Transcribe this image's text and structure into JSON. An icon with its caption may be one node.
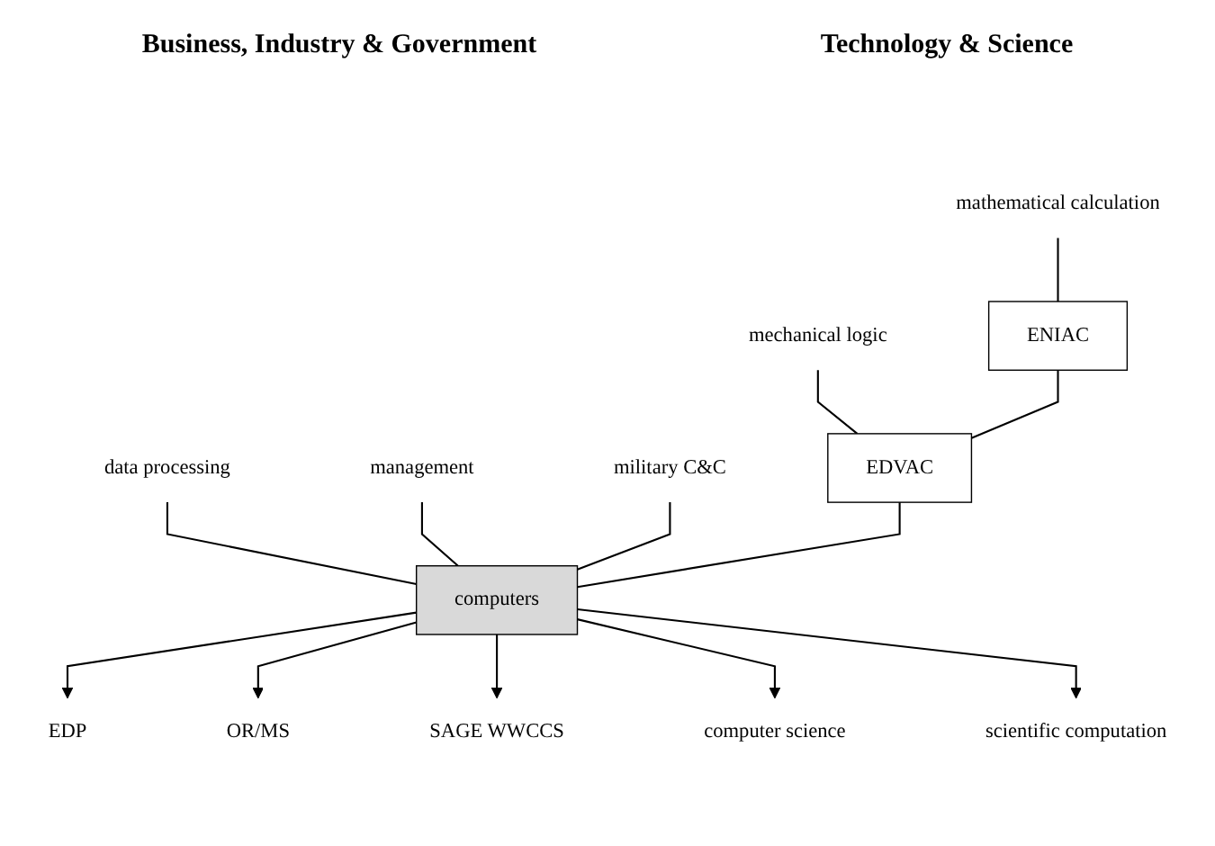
{
  "diagram": {
    "nodes": [
      {
        "text": [
          "data processing"
        ]
      },
      {
        "text": [
          "management"
        ]
      },
      {
        "text": [
          "military C&C"
        ]
      },
      {
        "text": [
          "mathematical calculation"
        ]
      },
      {
        "text": [
          "mechanical logic"
        ]
      },
      {
        "text": [
          "ENIAC"
        ]
      },
      {
        "text": [
          "EDVAC"
        ]
      },
      {
        "text": [
          "computers"
        ]
      },
      {
        "text": [
          "EDP"
        ]
      },
      {
        "text": [
          "OR/MS"
        ]
      },
      {
        "text": [
          "SAGE WWCCS"
        ]
      },
      {
        "text": [
          "computer science"
        ]
      },
      {
        "text": [
          "scientific computation"
        ]
      }
    ],
    "edges": [
      {
        "from": 0,
        "to": 7,
        "arrow": "none"
      },
      {
        "from": 1,
        "to": 7,
        "arrow": "none"
      },
      {
        "from": 2,
        "to": 7,
        "arrow": "none"
      },
      {
        "from": 3,
        "to": 5,
        "arrow": "none"
      },
      {
        "from": 4,
        "to": 6,
        "arrow": "none"
      },
      {
        "from": 5,
        "to": 6,
        "arrow": "none"
      },
      {
        "from": 6,
        "to": 7,
        "arrow": "none"
      },
      {
        "from": 7,
        "to": 8,
        "arrow": "to"
      },
      {
        "from": 7,
        "to": 9,
        "arrow": "to"
      },
      {
        "from": 7,
        "to": 10,
        "arrow": "to"
      },
      {
        "from": 7,
        "to": 11,
        "arrow": "to"
      },
      {
        "from": 7,
        "to": 12,
        "arrow": "to"
      }
    ],
    "labels": [
      "Business, Industry & Government",
      "Technology & Science"
    ]
  }
}
